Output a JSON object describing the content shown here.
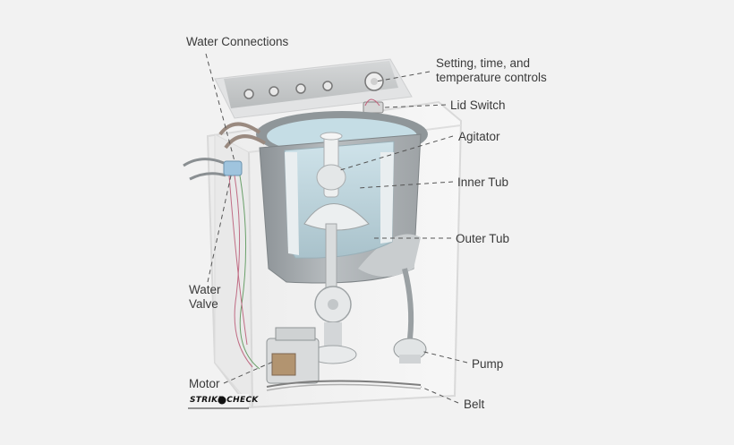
{
  "labels": {
    "water_connections": "Water Connections",
    "controls_line1": "Setting, time, and",
    "controls_line2": "temperature controls",
    "lid_switch": "Lid Switch",
    "agitator": "Agitator",
    "inner_tub": "Inner Tub",
    "outer_tub": "Outer Tub",
    "water_valve_line1": "Water",
    "water_valve_line2": "Valve",
    "pump": "Pump",
    "motor": "Motor",
    "belt": "Belt"
  },
  "logo": {
    "text": "STRIKE CHECK"
  },
  "colors": {
    "background": "#f2f2f2",
    "leader_line": "#555555",
    "label_text": "#3a3a3a",
    "cabinet_edge": "#d8d8d8",
    "tub_water": "#bcd6de"
  }
}
